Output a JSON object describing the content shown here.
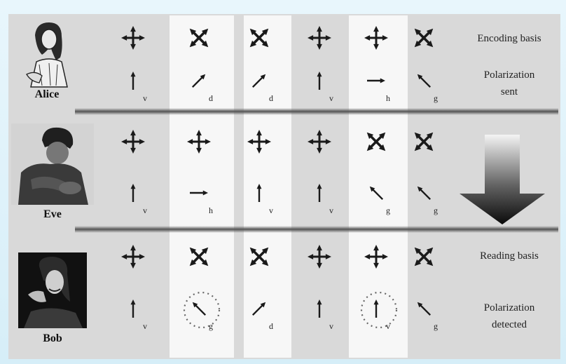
{
  "people": {
    "alice": "Alice",
    "eve": "Eve",
    "bob": "Bob"
  },
  "labels": {
    "encoding_basis": "Encoding basis",
    "polarization_sent_line1": "Polarization",
    "polarization_sent_line2": "sent",
    "reading_basis": "Reading basis",
    "polarization_detected_line1": "Polarization",
    "polarization_detected_line2": "detected"
  },
  "alice_bases": [
    "rectilinear",
    "diagonal",
    "diagonal",
    "rectilinear",
    "rectilinear",
    "diagonal"
  ],
  "alice_sent": [
    "v",
    "d",
    "d",
    "v",
    "h",
    "g"
  ],
  "eve_bases": [
    "rectilinear",
    "rectilinear",
    "rectilinear",
    "rectilinear",
    "diagonal",
    "diagonal"
  ],
  "eve_read": [
    "v",
    "h",
    "v",
    "v",
    "g",
    "g"
  ],
  "bob_bases": [
    "rectilinear",
    "diagonal",
    "diagonal",
    "rectilinear",
    "rectilinear",
    "diagonal"
  ],
  "bob_detected": [
    "v",
    "g",
    "d",
    "v",
    "v",
    "g"
  ],
  "bob_random": [
    false,
    true,
    false,
    false,
    true,
    false
  ]
}
